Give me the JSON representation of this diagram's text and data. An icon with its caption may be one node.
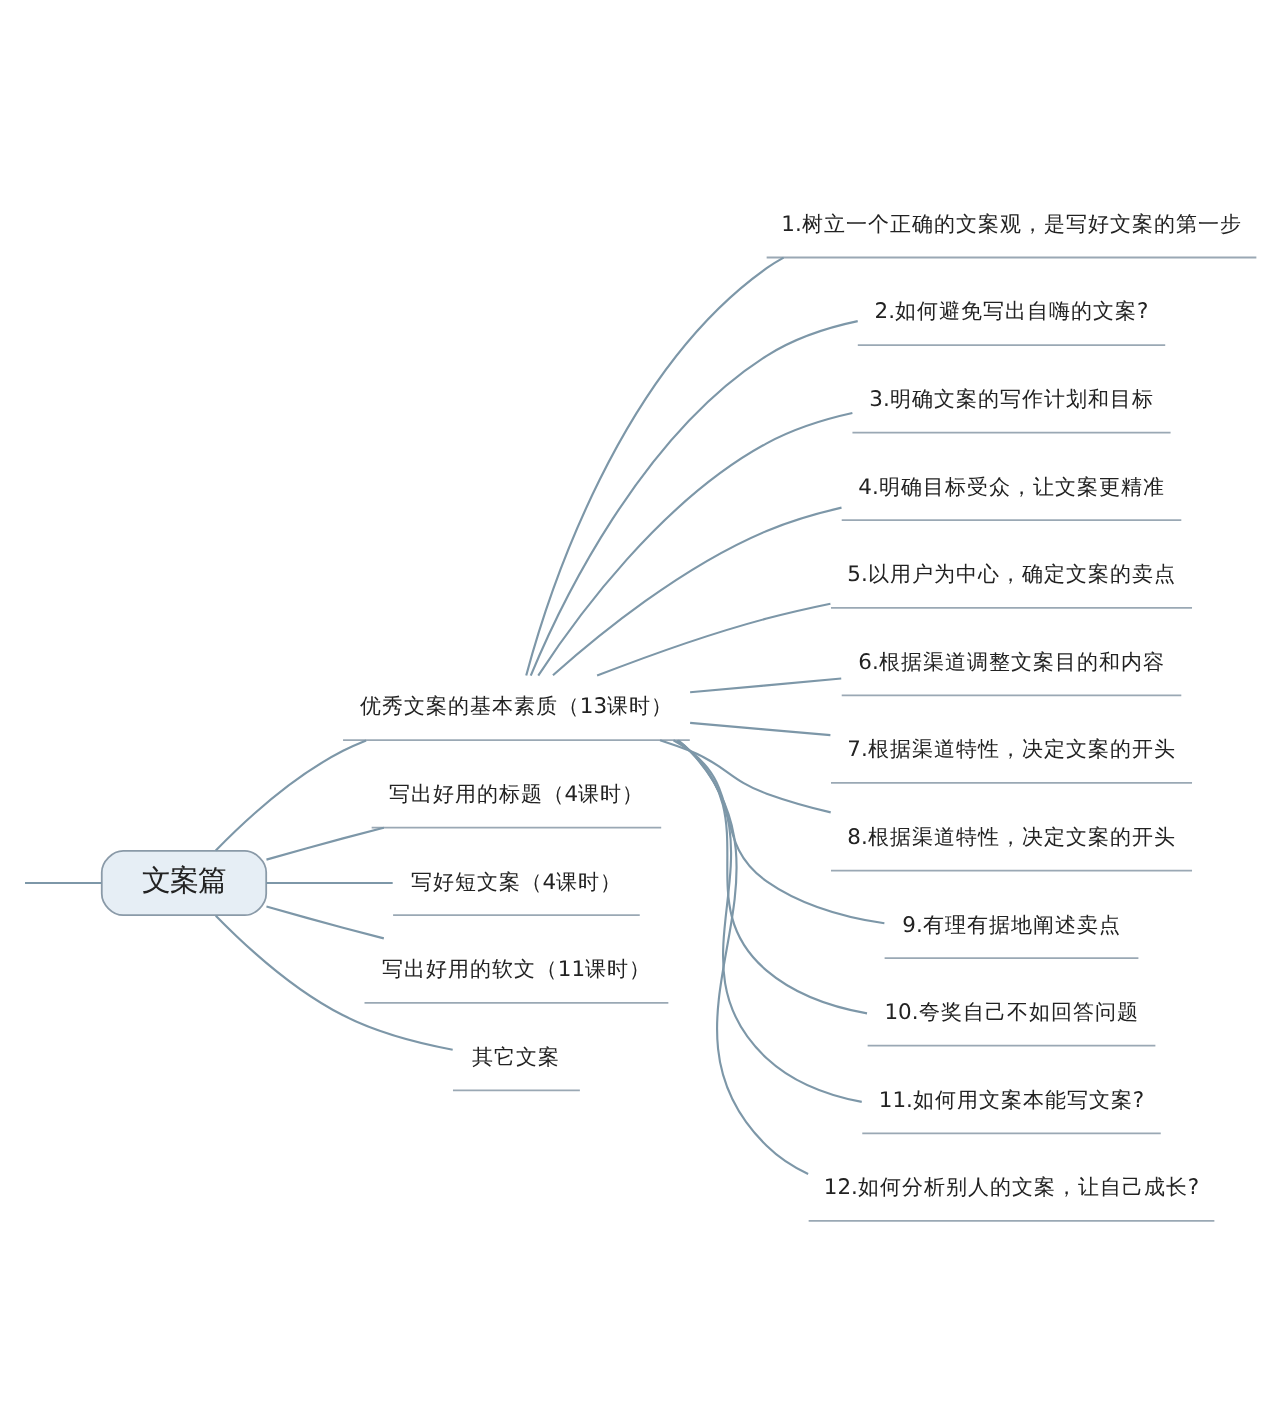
{
  "diagram": {
    "nodes": [
      {
        "text": [
          "文案篇"
        ]
      },
      {
        "text": [
          "优秀文案的基本素质（13课时）"
        ]
      },
      {
        "text": [
          "1.树立一个正确的文案观，是写好文案的第一步"
        ]
      },
      {
        "text": [
          "2.如何避免写出自嗨的文案?"
        ]
      },
      {
        "text": [
          "3.明确文案的写作计划和目标"
        ]
      },
      {
        "text": [
          "4.明确目标受众，让文案更精准"
        ]
      },
      {
        "text": [
          "5.以用户为中心，确定文案的卖点"
        ]
      },
      {
        "text": [
          "6.根据渠道调整文案目的和内容"
        ]
      },
      {
        "text": [
          "7.根据渠道特性，决定文案的开头"
        ]
      },
      {
        "text": [
          "8.根据渠道特性，决定文案的开头"
        ]
      },
      {
        "text": [
          "9.有理有据地阐述卖点"
        ]
      },
      {
        "text": [
          "10.夸奖自己不如回答问题"
        ]
      },
      {
        "text": [
          "11.如何用文案本能写文案?"
        ]
      },
      {
        "text": [
          "12.如何分析别人的文案，让自己成长?"
        ]
      },
      {
        "text": [
          "写出好用的标题（4课时）"
        ]
      },
      {
        "text": [
          "写好短文案（4课时）"
        ]
      },
      {
        "text": [
          "写出好用的软文（11课时）"
        ]
      },
      {
        "text": [
          "其它文案"
        ]
      }
    ],
    "edges": [
      {
        "from": null,
        "to": 0,
        "arrow": "none"
      },
      {
        "from": 0,
        "to": 1,
        "arrow": "none"
      },
      {
        "from": 1,
        "to": 2,
        "arrow": "none"
      },
      {
        "from": 1,
        "to": 3,
        "arrow": "none"
      },
      {
        "from": 1,
        "to": 4,
        "arrow": "none"
      },
      {
        "from": 1,
        "to": 5,
        "arrow": "none"
      },
      {
        "from": 1,
        "to": 6,
        "arrow": "none"
      },
      {
        "from": 1,
        "to": 7,
        "arrow": "none"
      },
      {
        "from": 1,
        "to": 8,
        "arrow": "none"
      },
      {
        "from": 1,
        "to": 9,
        "arrow": "none"
      },
      {
        "from": 1,
        "to": 10,
        "arrow": "none"
      },
      {
        "from": 1,
        "to": 11,
        "arrow": "none"
      },
      {
        "from": 1,
        "to": 12,
        "arrow": "none"
      },
      {
        "from": 1,
        "to": 13,
        "arrow": "none"
      },
      {
        "from": 0,
        "to": 14,
        "arrow": "none"
      },
      {
        "from": 0,
        "to": 15,
        "arrow": "none"
      },
      {
        "from": 0,
        "to": 16,
        "arrow": "none"
      },
      {
        "from": 0,
        "to": 17,
        "arrow": "none"
      }
    ]
  }
}
